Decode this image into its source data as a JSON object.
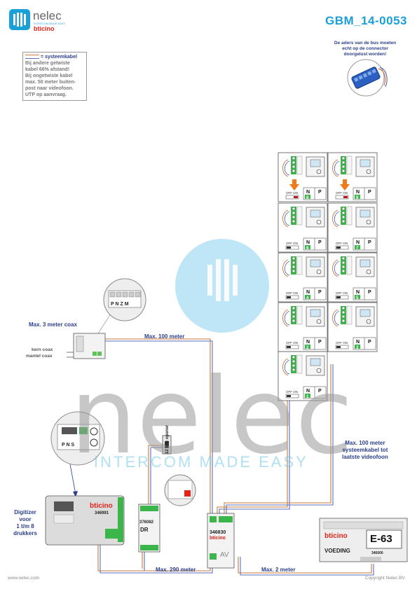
{
  "header": {
    "brand_name": "nelec",
    "brand_tagline": "INTERCOM MADE EASY",
    "partner_brand": "bticino",
    "doc_code": "GBM_14-0053"
  },
  "legend": {
    "line1": "= systeemkabel",
    "line2": "Bij andere getwiste",
    "line3": "kabel 66% afstand!",
    "line4": "Bij ongetwiste kabel",
    "line5": "max. 50 meter buiten-",
    "line6": "post naar videofoon.",
    "line7": "UTP op aanvraag."
  },
  "connector_note": {
    "line1": "De aders van de bus moeten",
    "line2": "echt op de connector",
    "line3": "doorgelust worden!"
  },
  "labels": {
    "max_coax": "Max. 3 meter coax",
    "kern_coax": "kern coax",
    "mantel_coax": "mantel coax",
    "max_100_top": "Max. 100 meter",
    "max_100_right_1": "Max. 100 meter",
    "max_100_right_2": "systeemkabel tot",
    "max_100_right_3": "laatste videofoon",
    "digitizer_1": "Digitizer",
    "digitizer_2": "voor",
    "digitizer_3": "1 t/m 8",
    "digitizer_4": "drukkers",
    "max_290": "Max. 290 meter",
    "max_2": "Max. 2 meter",
    "door_opener": "12 Vdc opener"
  },
  "devices": {
    "digitizer_brand": "bticino",
    "digitizer_model": "346991",
    "relay_model": "376082",
    "relay_dr": "DR",
    "av_model": "346830",
    "av_brand": "bticino",
    "av_label": "AV",
    "psu_brand": "bticino",
    "psu_model": "E-63",
    "psu_label": "VOEDING",
    "psu_code": "346000"
  },
  "phones": {
    "switch_label": "OFF ON",
    "n_label": "N",
    "p_label": "P",
    "numbers": [
      "8",
      "9",
      "6",
      "7",
      "4",
      "5",
      "2",
      "3",
      "1"
    ]
  },
  "footer": {
    "website": "www.nelec.com",
    "copyright": "Copyright Nelec BV"
  },
  "watermark": {
    "word": "nelec",
    "tagline": "INTERCOM MADE EASY"
  },
  "colors": {
    "brand_blue": "#1a9fd8",
    "label_blue": "#2b3f8c",
    "number_green": "#3cb54a",
    "arrow_orange": "#f07a1a",
    "cable_orange": "#c8783a",
    "cable_blue": "#5a6fbf"
  }
}
